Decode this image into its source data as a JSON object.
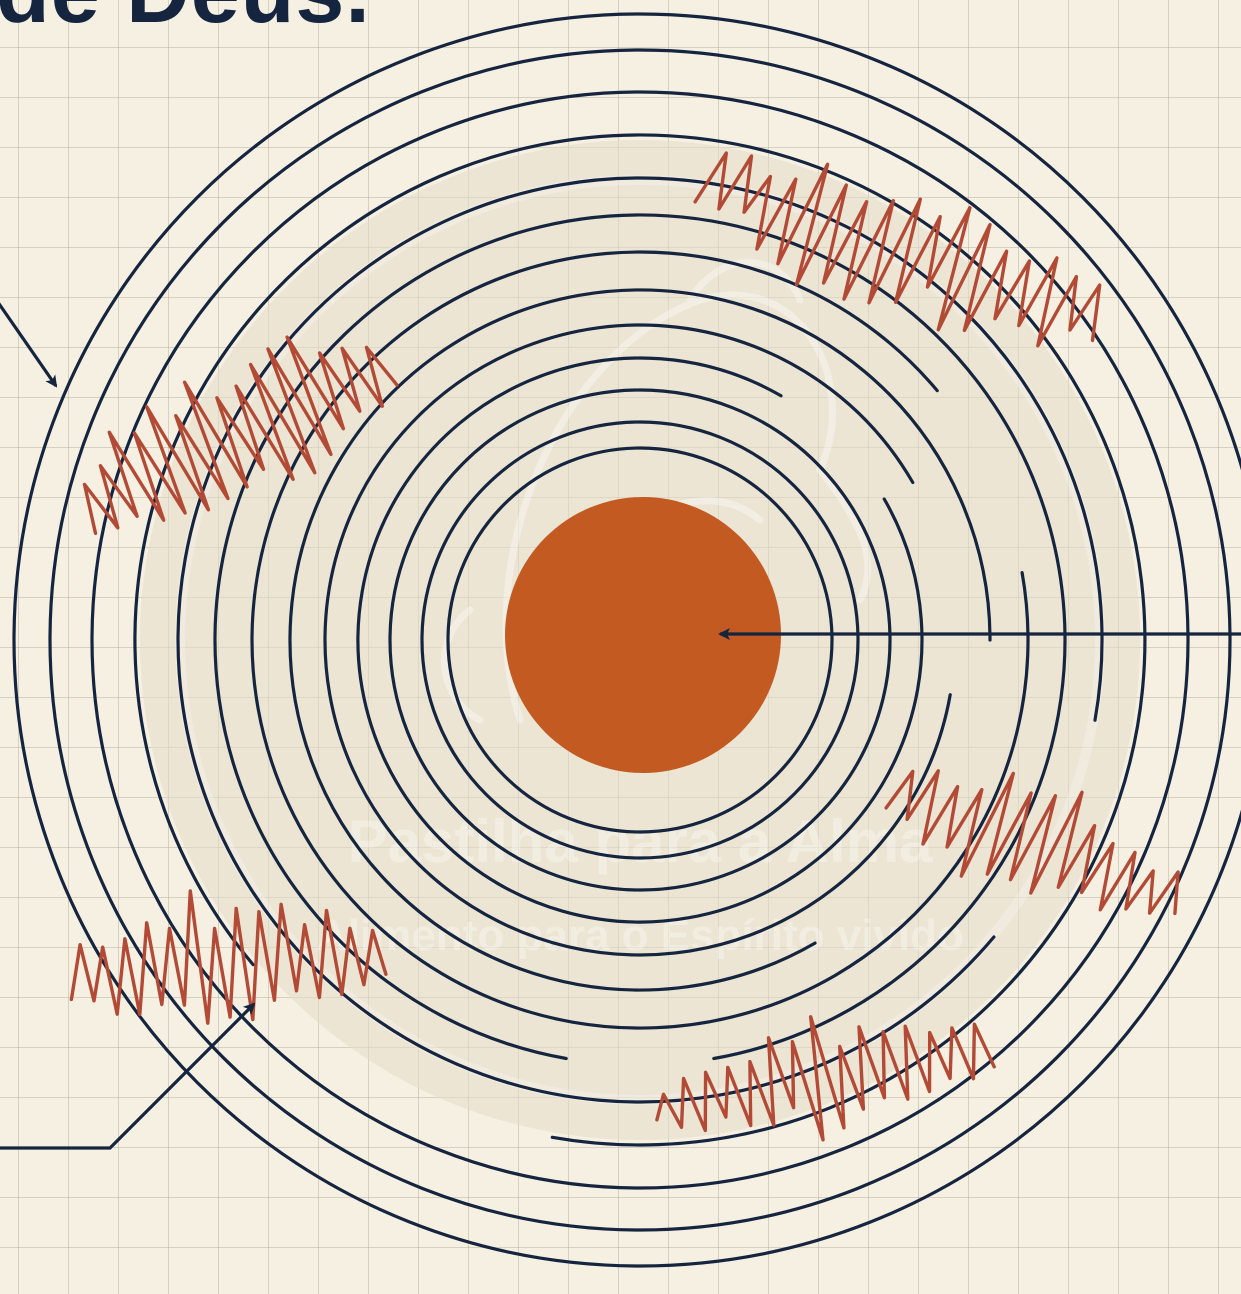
{
  "heading": {
    "text": "de Deus."
  },
  "watermark": {
    "line1": "Pastilha para a Alma",
    "line2": "Alimento para o Espírito vivido"
  },
  "colors": {
    "background": "#f5f0e1",
    "grid": "#d8d1bf",
    "spiral": "#16253f",
    "wave": "#b24a36",
    "core": "#c25a22",
    "heading": "#16253f"
  },
  "icons": {
    "pointer_top_left": "arrow-down-right-icon",
    "pointer_center": "arrow-left-icon",
    "pointer_bottom_left": "arrow-up-right-icon"
  }
}
